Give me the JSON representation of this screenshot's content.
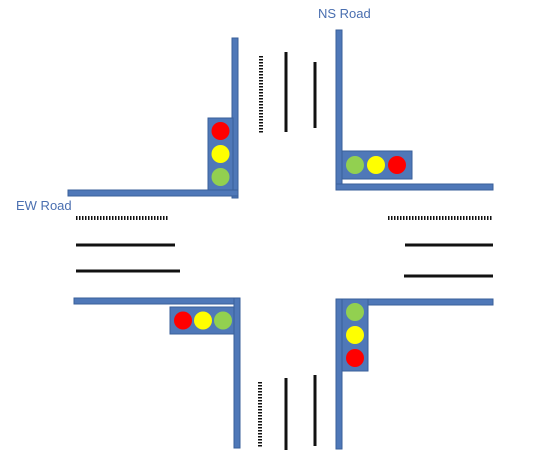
{
  "labels": {
    "ns_road": "NS Road",
    "ew_road": "EW Road"
  },
  "colors": {
    "curb": "#4f78b8",
    "curb_stroke": "#3a5f9a",
    "lane_line": "#111111",
    "light_red": "#ff0000",
    "light_yellow": "#ffff00",
    "light_green": "#92d050",
    "label_text": "#4a6fb0"
  },
  "traffic_lights": [
    {
      "id": "north-west",
      "orientation": "vertical",
      "order": [
        "red",
        "yellow",
        "green"
      ]
    },
    {
      "id": "north-east",
      "orientation": "horizontal",
      "order": [
        "green",
        "yellow",
        "red"
      ]
    },
    {
      "id": "south-west",
      "orientation": "horizontal",
      "order": [
        "red",
        "yellow",
        "green"
      ]
    },
    {
      "id": "south-east",
      "orientation": "vertical",
      "order": [
        "green",
        "yellow",
        "red"
      ]
    }
  ]
}
